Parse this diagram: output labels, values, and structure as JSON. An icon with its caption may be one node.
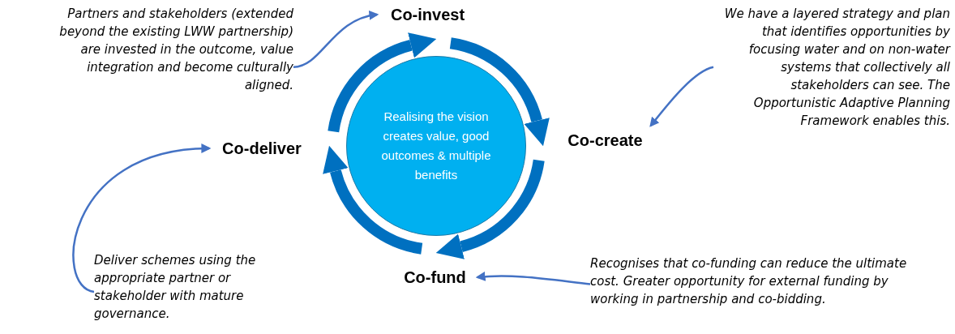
{
  "diagram": {
    "nodes": [
      {
        "text": [
          "Realising the vision creates value, good outcomes & multiple benefits"
        ]
      },
      {
        "text": [
          "Co-invest"
        ]
      },
      {
        "text": [
          "Co-create"
        ]
      },
      {
        "text": [
          "Co-fund"
        ]
      },
      {
        "text": [
          "Co-deliver"
        ]
      },
      {
        "text": [
          "Partners and stakeholders (extended beyond the existing LWW partnership) are invested in the outcome, value integration and become culturally aligned."
        ]
      },
      {
        "text": [
          "We have a layered strategy and plan that identifies opportunities by focusing water and on non-water systems that collectively all stakeholders can see. The Opportunistic Adaptive Planning Framework enables this."
        ]
      },
      {
        "text": [
          "Recognises that co-funding can reduce the ultimate cost. Greater opportunity for external funding by working in partnership and co-bidding."
        ]
      },
      {
        "text": [
          "Deliver schemes using the appropriate partner or stakeholder with mature governance."
        ]
      }
    ],
    "edges": [
      {
        "from": 5,
        "to": 1,
        "arrow": "to"
      },
      {
        "from": 6,
        "to": 2,
        "arrow": "to"
      },
      {
        "from": 7,
        "to": 3,
        "arrow": "to"
      },
      {
        "from": 8,
        "to": 4,
        "arrow": "to"
      }
    ]
  }
}
